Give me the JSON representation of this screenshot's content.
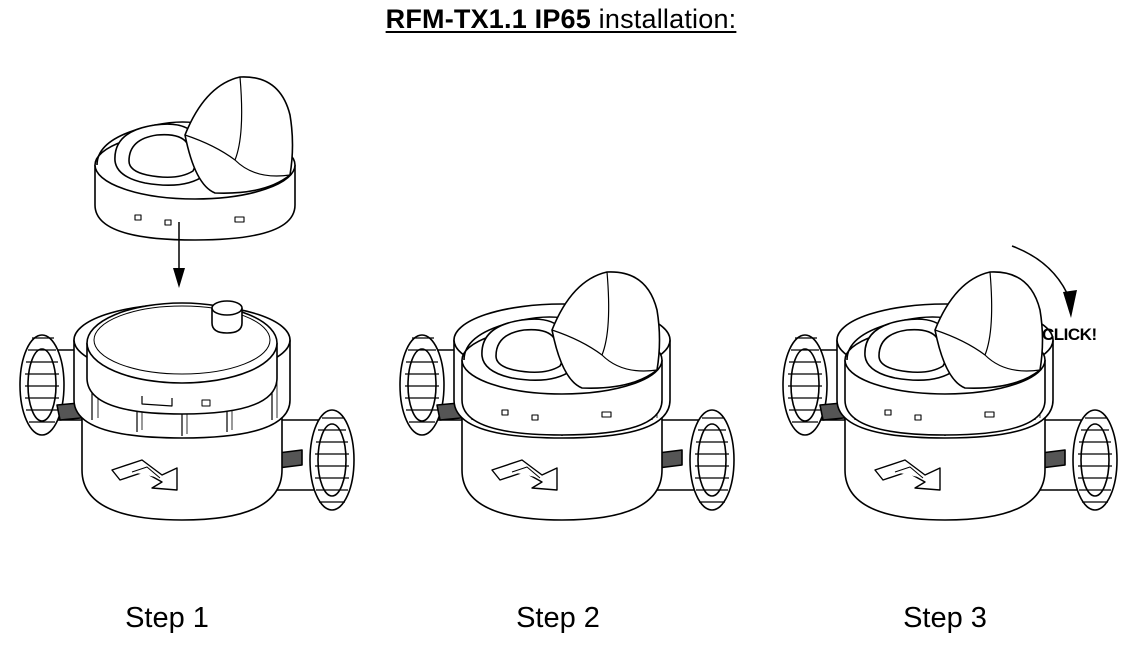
{
  "title": {
    "bold_part": "RFM-TX1.1 IP65",
    "normal_part": " installation:"
  },
  "steps": [
    {
      "label": "Step 1"
    },
    {
      "label": "Step 2"
    },
    {
      "label": "Step 3"
    }
  ],
  "annotations": {
    "click": "CLICK!"
  }
}
